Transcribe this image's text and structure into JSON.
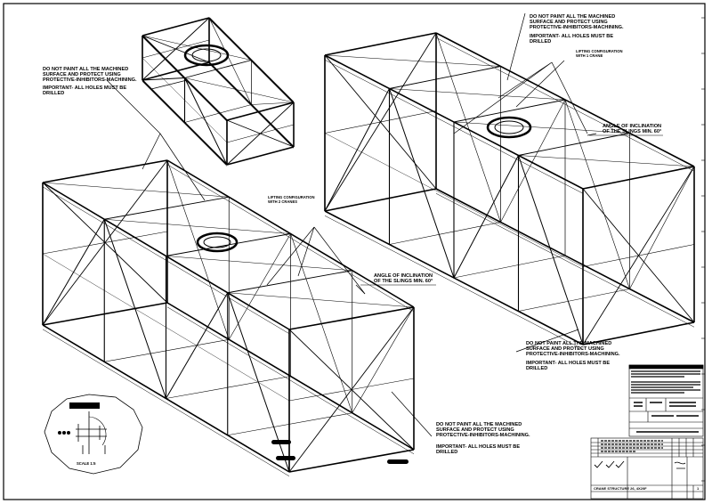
{
  "notes": {
    "paint_lines": [
      "DO NOT PAINT ALL THE MACHINED",
      "SURFACE AND PROTECT USING",
      "PROTECTIVE-INHIBITORS-MACHINING."
    ],
    "holes_lines": [
      "IMPORTANT- ALL HOLES MUST BE",
      "DRILLED"
    ],
    "lifting_one_crane": [
      "LIFTING CONFIGURATION",
      "WITH 1 CRANE"
    ],
    "lifting_two_cranes": [
      "LIFTING CONFIGURATION",
      "WITH 2 CRANES"
    ],
    "angle_lines": [
      "ANGLE OF INCLINATION",
      "OF THE SLINGS MIN. 60°"
    ]
  },
  "detail": {
    "scale_label": "SCALE 1:5"
  },
  "title_block": {
    "title": "CRANE STRUCTURE 26, 4X20F",
    "sheet": "1"
  }
}
